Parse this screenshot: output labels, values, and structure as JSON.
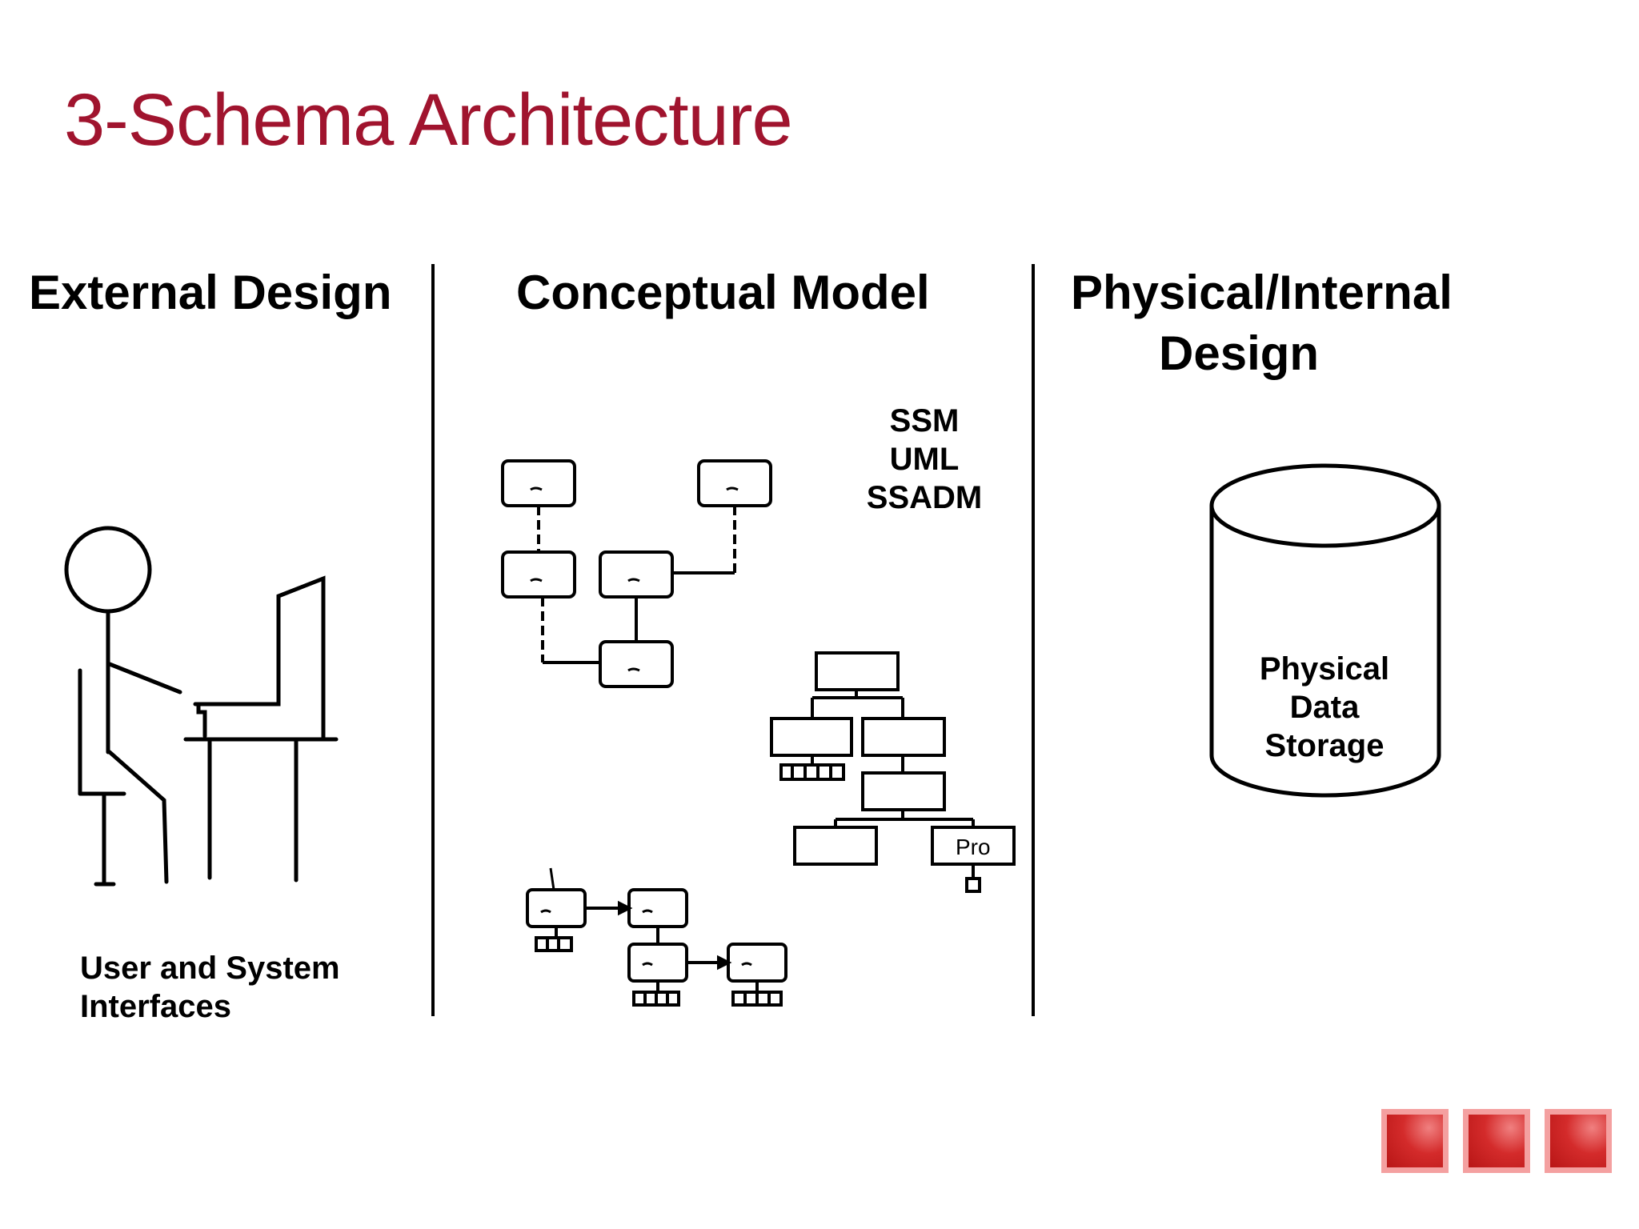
{
  "slide": {
    "title": "3-Schema Architecture"
  },
  "columns": {
    "external": {
      "heading": "External Design",
      "caption_line1": "User and System",
      "caption_line2": "Interfaces"
    },
    "conceptual": {
      "heading": "Conceptual Model",
      "methods": [
        "SSM",
        "UML",
        "SSADM"
      ],
      "process_box_label": "Pro"
    },
    "physical": {
      "heading_line1": "Physical/Internal",
      "heading_line2": "Design",
      "storage_line1": "Physical",
      "storage_line2": "Data",
      "storage_line3": "Storage"
    }
  },
  "nav_buttons": [
    "nav-button-1",
    "nav-button-2",
    "nav-button-3"
  ],
  "colors": {
    "title": "#a0142e",
    "nav_button": "#cc2222",
    "nav_button_border": "#f4a0a0"
  }
}
